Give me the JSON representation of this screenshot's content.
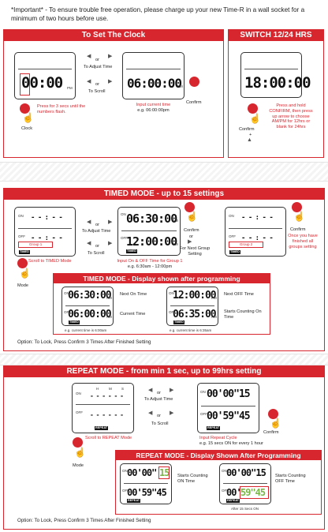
{
  "important_note": "*Important* - To ensure trouble free operation, please charge up your new Time-R in a wall socket for a minimum of two hours before use.",
  "set_clock": {
    "title": "To Set The Clock",
    "display1": "00:00",
    "display2": "06:00:00",
    "pm": "PM",
    "or": "or",
    "to_adjust_time": "To Adjust Time",
    "to_scroll": "To Scroll",
    "press_text": "Press for 3 secs until the numbers flash.",
    "clock_label": "Clock",
    "input_text": "Input current time",
    "input_example": "e.g. 06:00:00pm",
    "confirm_label": "Confirm"
  },
  "switch_hrs": {
    "title": "SWITCH 12/24 HRS",
    "display": "18:00:00",
    "instructions": "Press and hold CONFIRM, then press up arrow to choose AM/PM for 12hrs or blank for 24hrs",
    "confirm_label": "Confirm",
    "plus": "+"
  },
  "timed_mode": {
    "title": "TIMED MODE - up to 15 settings",
    "on": "ON",
    "off": "OFF",
    "am": "AM",
    "pm": "PM",
    "dashes_on": "- - : - -",
    "dashes_off": "- - : - -",
    "timed_tag": "TIMED",
    "group1": "Group 1",
    "group2": "Group 2",
    "or": "or",
    "to_adjust_time": "To Adjust Time",
    "to_scroll": "To Scroll",
    "on_time": "06:30:00",
    "off_time": "12:00:00",
    "scroll_text": "Scroll to TIMED Mode",
    "mode_label": "Mode",
    "input_text": "Input On & OFF Time for Group 1",
    "input_example": "e.g. 6:30am - 12:00pm",
    "confirm_label": "Confirm",
    "for_next": "For Next Group Setting",
    "once_text": "Once you have finished all groups setting",
    "display_title": "TIMED MODE - Display shown after programming",
    "disp_a_on": "06:30:00",
    "disp_a_off": "06:00:00",
    "disp_a_on_label": "Next On Time",
    "disp_a_off_label": "Current Time",
    "disp_a_caption": "e.g. current time is 6:00am",
    "disp_b_on": "12:00:00",
    "disp_b_off": "06:35:00",
    "disp_b_on_label": "Next OFF Time",
    "disp_b_off_label": "Starts Counting On Time",
    "disp_b_caption": "e.g. current time is 6:35am",
    "option_text": "Option: To Lock, Press Confirm 3 Times After Finished Setting"
  },
  "repeat_mode": {
    "title": "REPEAT MODE - from min 1 sec, up to 99hrs setting",
    "on": "ON",
    "off": "OFF",
    "h": "H",
    "m": "M",
    "s": "S",
    "dashes": "- - - - - -",
    "repeat_tag": "REPEAT",
    "or": "or",
    "to_adjust_time": "To Adjust Time",
    "to_scroll": "To Scroll",
    "on_value": "00'00\"15",
    "off_value": "00'59\"45",
    "scroll_text": "Scroll to REPEAT Mode",
    "mode_label": "Mode",
    "input_text": "Input Repeat Cycle",
    "input_example": "e.g. 15 secs ON for every 1 hour",
    "confirm_label": "Confirm",
    "display_title": "REPEAT MODE - Display Shown After Programming",
    "disp_a_on_main": "00'00\"",
    "disp_a_on_sec": "15",
    "disp_a_off": "00'59\"45",
    "disp_a_label": "Starts Counting ON Time",
    "disp_b_on": "00'00\"15",
    "disp_b_off_main": "00'",
    "disp_b_off_green": "59\"45",
    "disp_b_label": "Starts Counting OFF Time",
    "disp_b_caption": "After 15 Secs ON",
    "option_text": "Option: To Lock, Press Confirm 3 Times After Finished Setting"
  }
}
